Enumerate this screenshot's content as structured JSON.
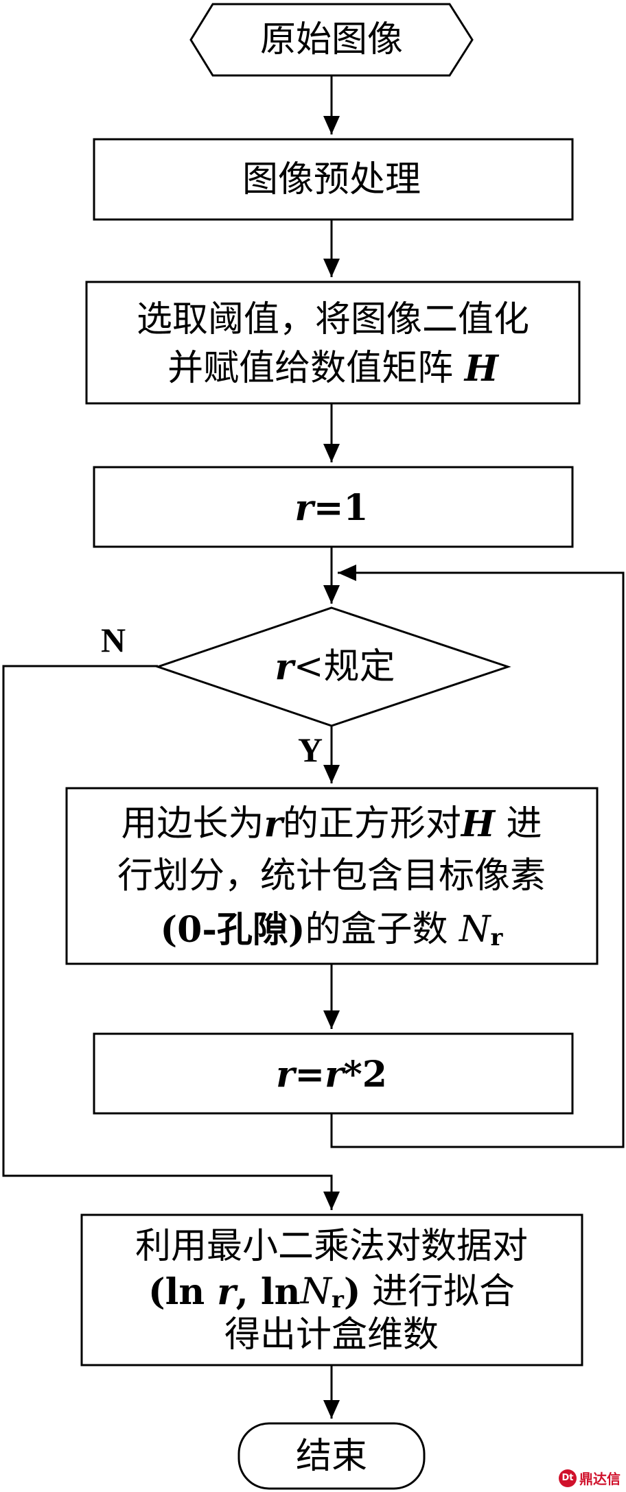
{
  "nodes": {
    "start": "原始图像",
    "preprocess": "图像预处理",
    "threshold_line1": "选取阈值，将图像二值化",
    "threshold_line2_prefix": "并赋值给数值矩阵 ",
    "threshold_line2_var": "H",
    "init_var": "r",
    "init_rest": "=1",
    "decision_var": "r",
    "decision_rest": "<规定",
    "count_line1_a": "用边长为",
    "count_line1_r": "r",
    "count_line1_b": "的正方形对",
    "count_line1_h": "H",
    "count_line1_c": " 进",
    "count_line2": "行划分，统计包含目标像素",
    "count_line3_a": "(0-孔隙)",
    "count_line3_b": "的盒子数 ",
    "count_line3_n": "N",
    "count_line3_sub": "r",
    "update_r1": "r",
    "update_eq": "=",
    "update_r2": "r",
    "update_rest": "*2",
    "fit_line1": "利用最小二乘法对数据对",
    "fit_line2_a": "(ln ",
    "fit_line2_r": "r",
    "fit_line2_b": ", ln",
    "fit_line2_n": "N",
    "fit_line2_sub": "r",
    "fit_line2_c": ")",
    "fit_line2_d": " 进行拟合",
    "fit_line3": "得出计盒维数",
    "end": "结束"
  },
  "edge_labels": {
    "no": "N",
    "yes": "Y"
  },
  "watermark": {
    "logo": "Dt",
    "text": "鼎达信"
  }
}
